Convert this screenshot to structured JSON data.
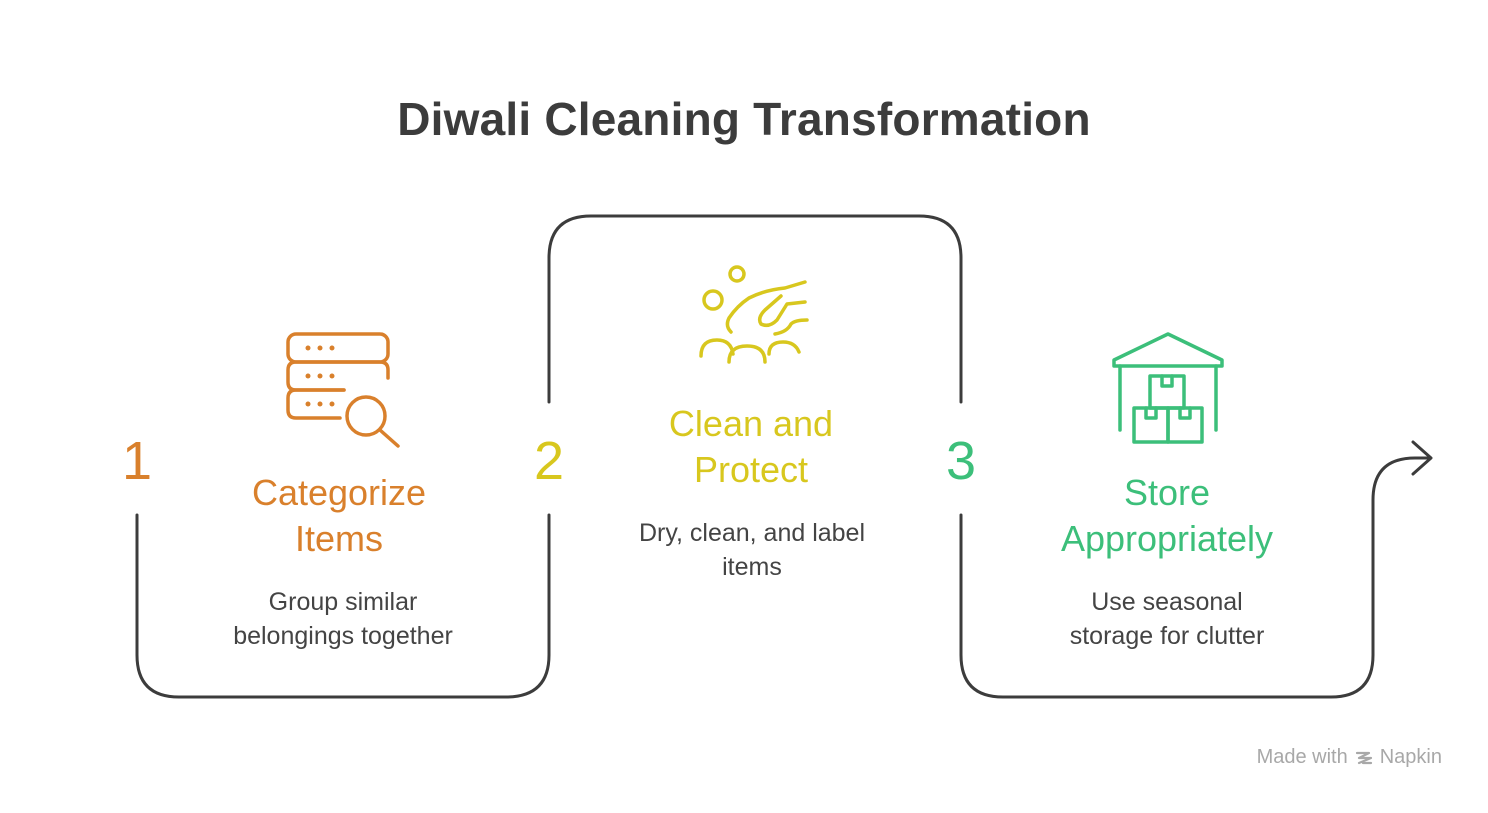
{
  "title": "Diwali Cleaning Transformation",
  "steps": [
    {
      "number": "1",
      "title_line1": "Categorize",
      "title_line2": "Items",
      "desc_line1": "Group similar",
      "desc_line2": "belongings together",
      "color": "#d9802c",
      "icon": "database-search-icon"
    },
    {
      "number": "2",
      "title_line1": "Clean and",
      "title_line2": "Protect",
      "desc_line1": "Dry, clean, and label",
      "desc_line2": "items",
      "color": "#d8c71e",
      "icon": "hand-washing-icon"
    },
    {
      "number": "3",
      "title_line1": "Store",
      "title_line2": "Appropriately",
      "desc_line1": "Use seasonal",
      "desc_line2": "storage for clutter",
      "color": "#3cbf7a",
      "icon": "warehouse-boxes-icon"
    }
  ],
  "connector_color": "#3c3c3c",
  "footer": {
    "made_with": "Made with",
    "brand": "Napkin"
  }
}
